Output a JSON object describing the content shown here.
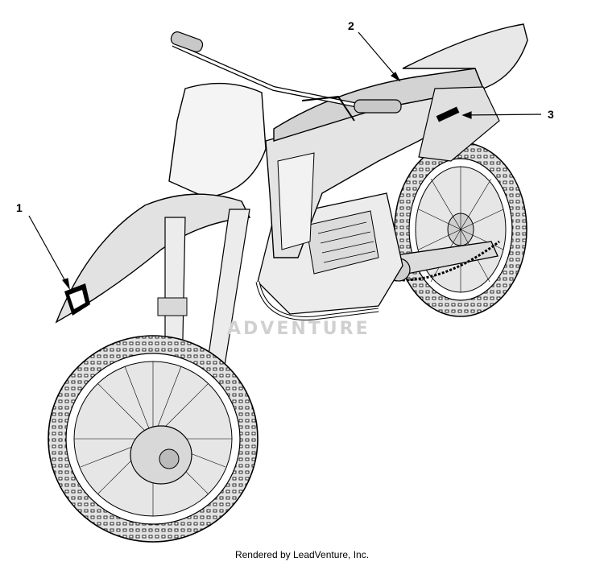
{
  "callouts": [
    {
      "label": "1"
    },
    {
      "label": "2"
    },
    {
      "label": "3"
    }
  ],
  "watermark": "ADVENTURE",
  "footer": "Rendered by LeadVenture, Inc.",
  "colors": {
    "line": "#000000",
    "fill": "#dcdcdc",
    "paper": "#ffffff"
  }
}
